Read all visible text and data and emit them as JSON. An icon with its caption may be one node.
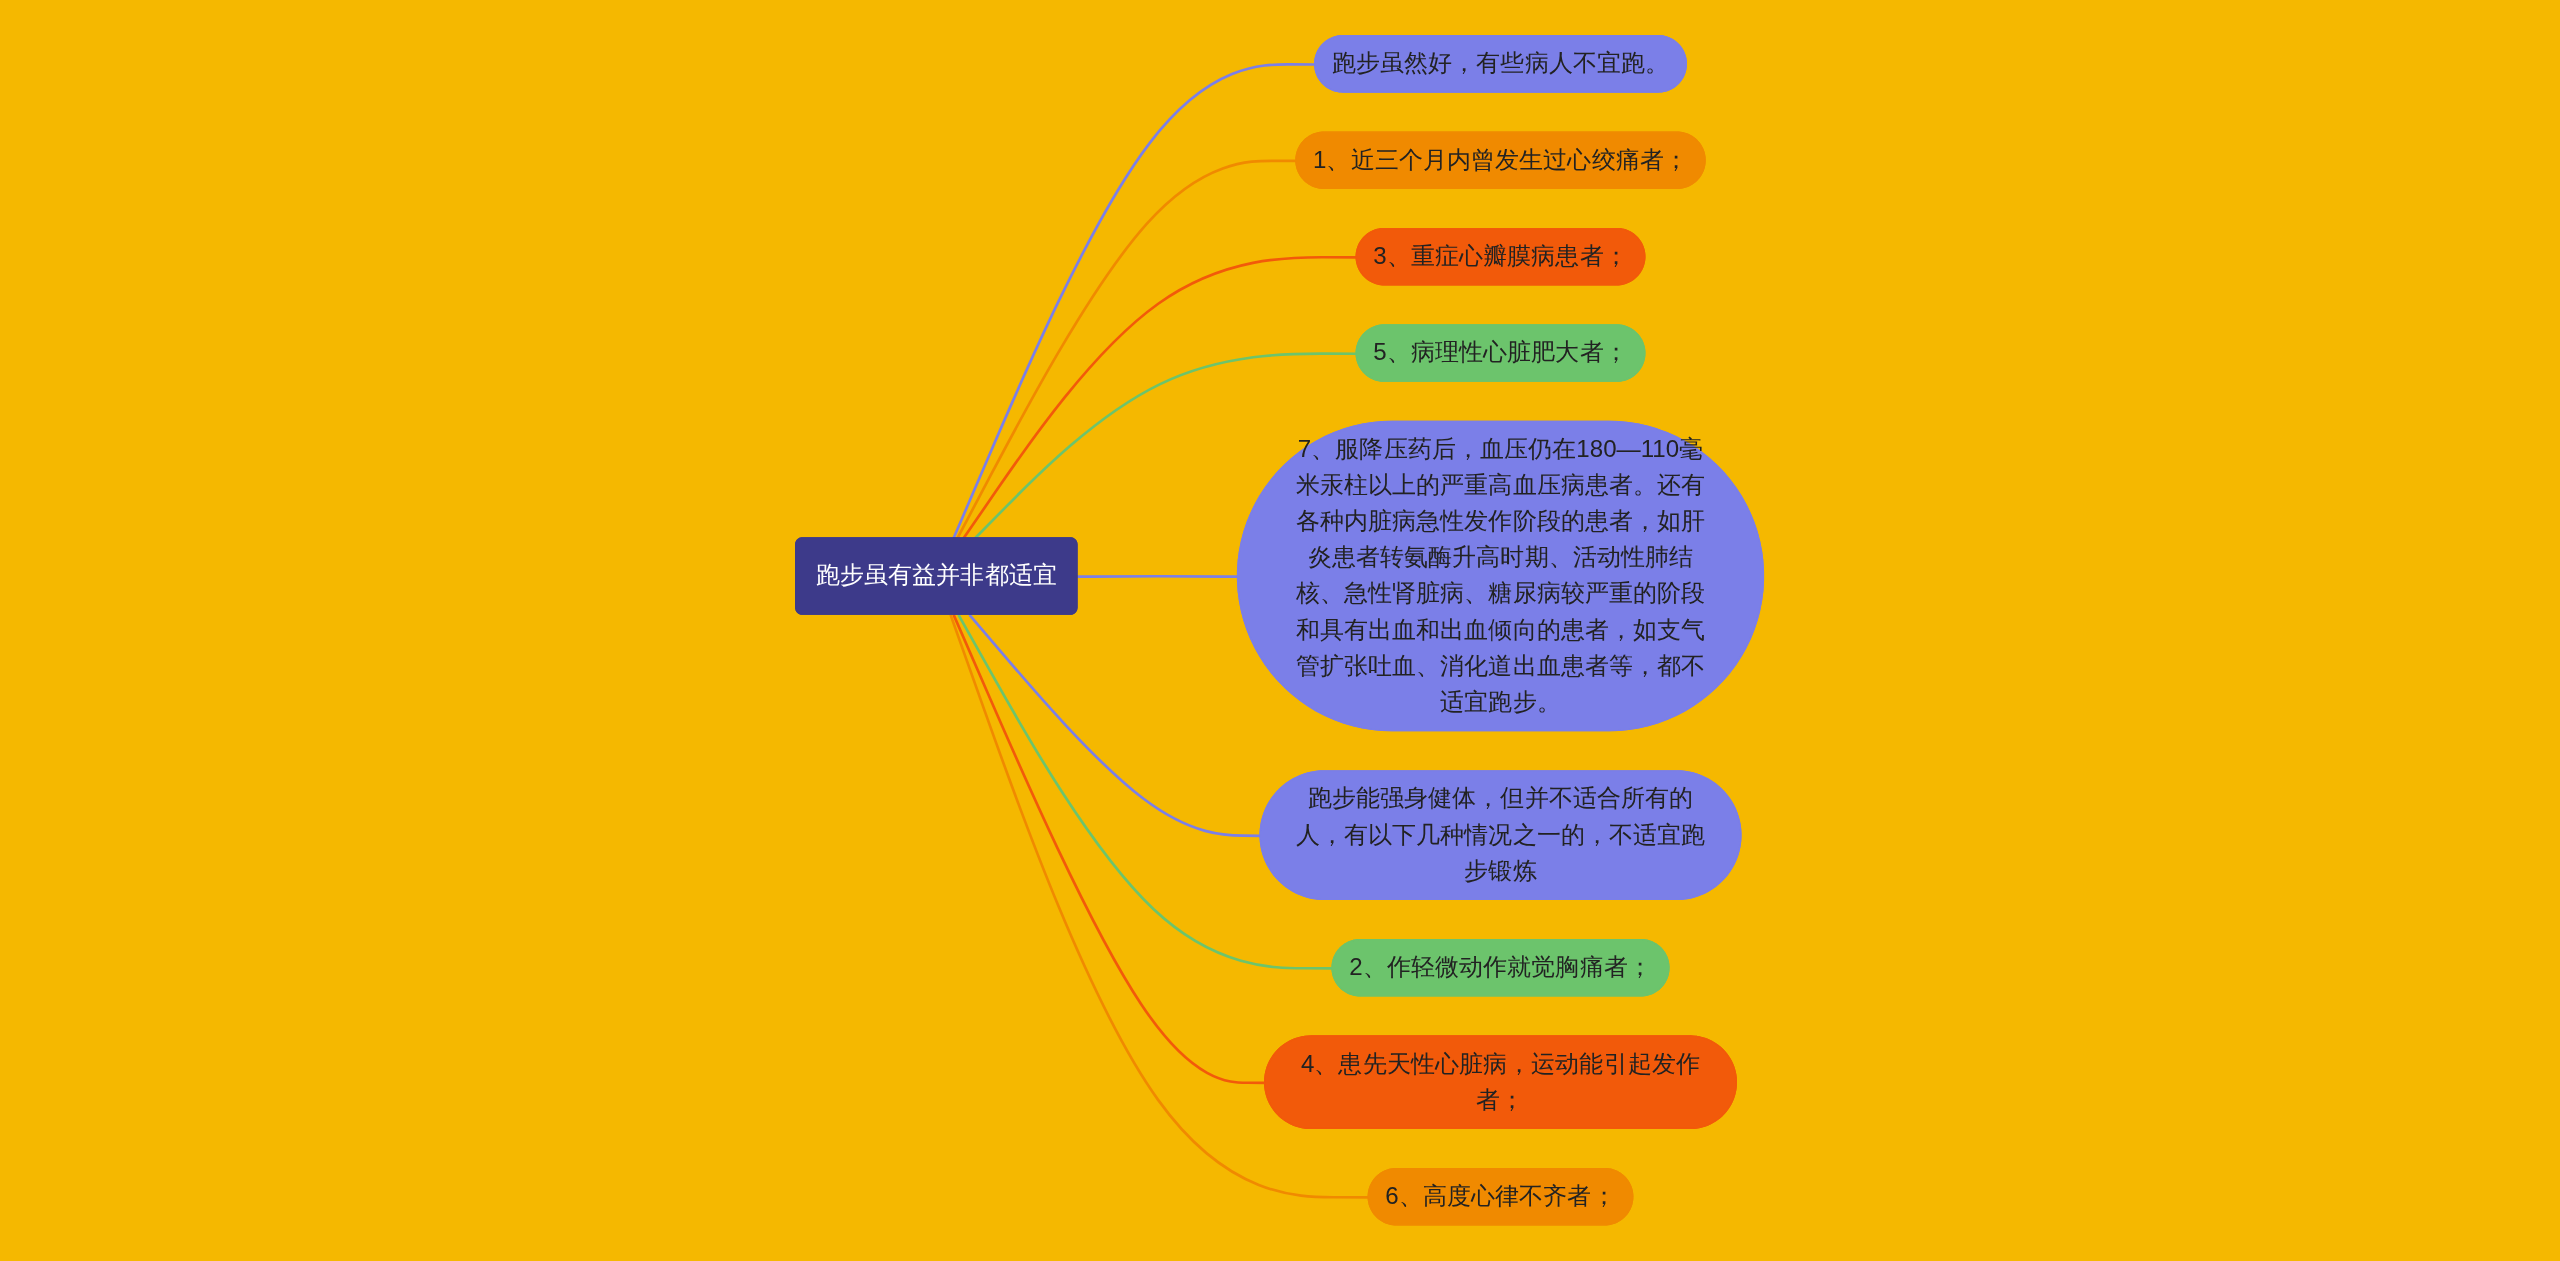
{
  "diagram": {
    "nodes": [
      {
        "text": [
          "跑步虽有益并非都适宜"
        ]
      },
      {
        "text": [
          "跑步虽然好，有些病人不宜跑。"
        ]
      },
      {
        "text": [
          "1、近三个月内曾发生过心绞痛者；"
        ]
      },
      {
        "text": [
          "3、重症心瓣膜病患者；"
        ]
      },
      {
        "text": [
          "5、病理性心脏肥大者；"
        ]
      },
      {
        "text": [
          "7、服降压药后，血压仍在180—110毫米汞柱以上的严重高血压病患者。还有各种内脏病急性发作阶段的患者，如肝炎患者转氨酶升高时期、活动性肺结核、急性肾脏病、糖尿病较严重的阶段和具有出血和出血倾向的患者，如支气管扩张吐血、消化道出血患者等，都不适宜跑步。"
        ]
      },
      {
        "text": [
          "跑步能强身健体，但并不适合所有的人，有以下几种情况之一的，不适宜跑步锻炼"
        ]
      },
      {
        "text": [
          "2、作轻微动作就觉胸痛者；"
        ]
      },
      {
        "text": [
          "4、患先天性心脏病，运动能引起发作者；"
        ]
      },
      {
        "text": [
          "6、高度心律不齐者；"
        ]
      }
    ],
    "edges": [
      {
        "from": 0,
        "to": 1,
        "arrow": "none",
        "color": "#7b7fe8"
      },
      {
        "from": 0,
        "to": 2,
        "arrow": "none",
        "color": "#f08a00"
      },
      {
        "from": 0,
        "to": 3,
        "arrow": "none",
        "color": "#f25a0a"
      },
      {
        "from": 0,
        "to": 4,
        "arrow": "none",
        "color": "#6cc46c"
      },
      {
        "from": 0,
        "to": 5,
        "arrow": "none",
        "color": "#7b7fe8"
      },
      {
        "from": 0,
        "to": 6,
        "arrow": "none",
        "color": "#7b7fe8"
      },
      {
        "from": 0,
        "to": 7,
        "arrow": "none",
        "color": "#6cc46c"
      },
      {
        "from": 0,
        "to": 8,
        "arrow": "none",
        "color": "#f25a0a"
      },
      {
        "from": 0,
        "to": 9,
        "arrow": "none",
        "color": "#f08a00"
      }
    ]
  }
}
